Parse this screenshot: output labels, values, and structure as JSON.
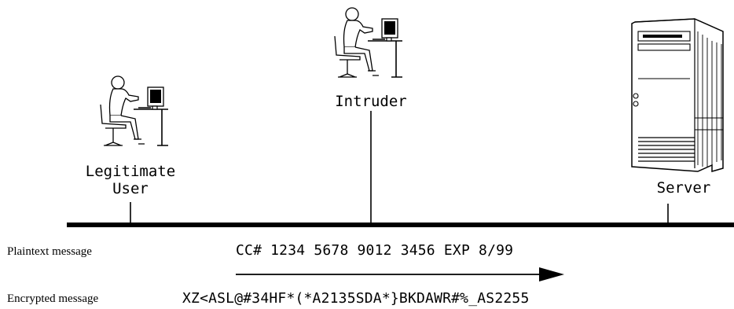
{
  "nodes": {
    "user": {
      "label_line1": "Legitimate",
      "label_line2": "User",
      "icon": "person-at-computer-icon"
    },
    "intruder": {
      "label": "Intruder",
      "icon": "person-at-computer-icon"
    },
    "server": {
      "label": "Server",
      "icon": "server-tower-icon"
    }
  },
  "rows": {
    "plaintext": {
      "label": "Plaintext message",
      "value": "CC# 1234 5678 9012 3456 EXP 8/99"
    },
    "encrypted": {
      "label": "Encrypted message",
      "value": "XZ<ASL@#34HF*(*A2135SDA*}BKDAWR#%_AS2255"
    }
  },
  "colors": {
    "ink": "#000000",
    "background": "#ffffff"
  }
}
